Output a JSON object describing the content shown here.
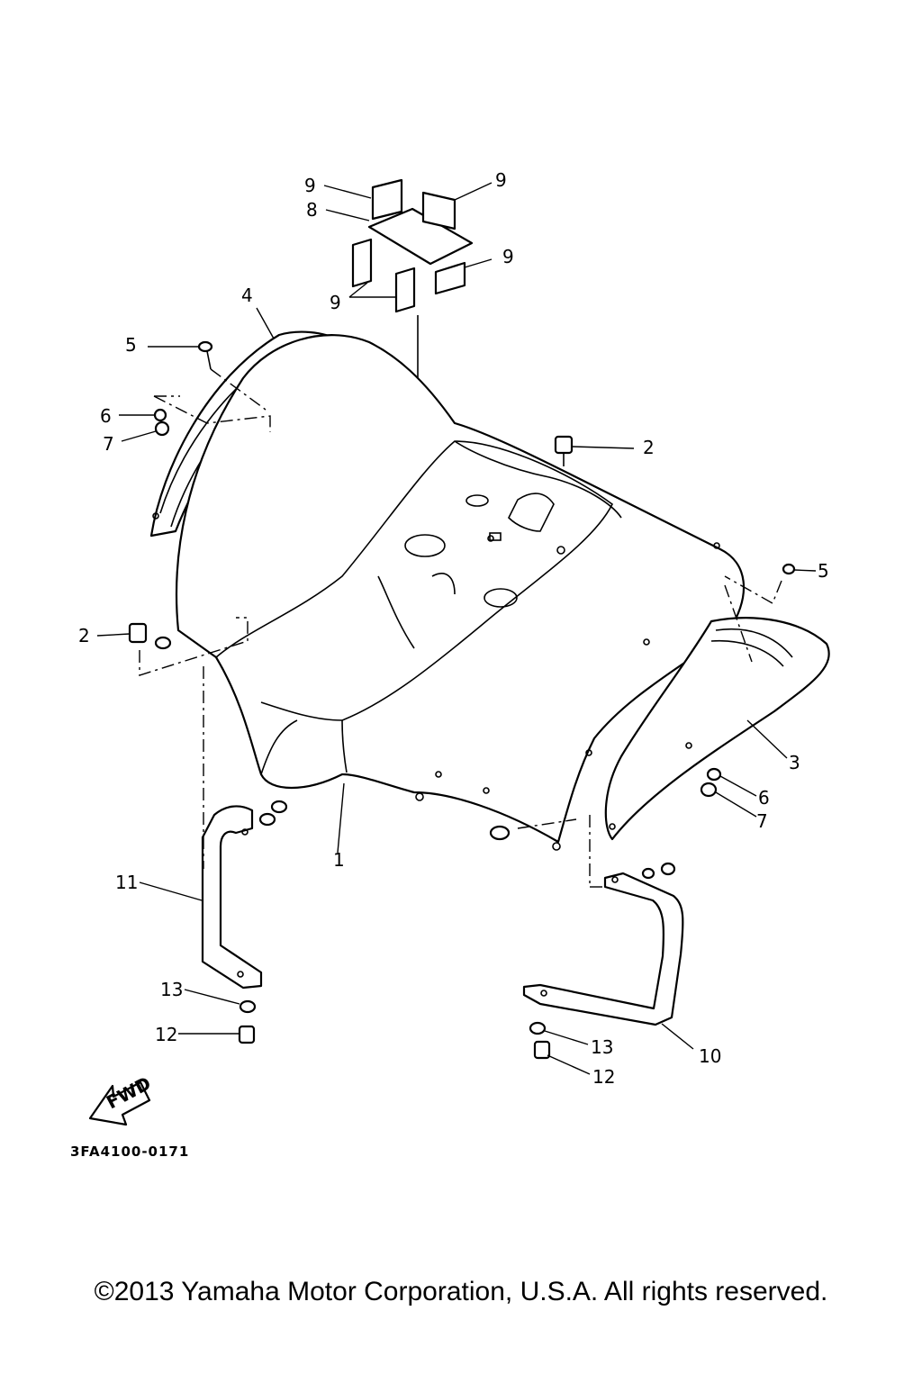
{
  "diagram": {
    "callouts": [
      {
        "id": "c9a",
        "label": "9"
      },
      {
        "id": "c9b",
        "label": "9"
      },
      {
        "id": "c8",
        "label": "8"
      },
      {
        "id": "c9c",
        "label": "9"
      },
      {
        "id": "c9d",
        "label": "9"
      },
      {
        "id": "c4",
        "label": "4"
      },
      {
        "id": "c5a",
        "label": "5"
      },
      {
        "id": "c6a",
        "label": "6"
      },
      {
        "id": "c7a",
        "label": "7"
      },
      {
        "id": "c2a",
        "label": "2"
      },
      {
        "id": "c2b",
        "label": "2"
      },
      {
        "id": "c5b",
        "label": "5"
      },
      {
        "id": "c3",
        "label": "3"
      },
      {
        "id": "c6b",
        "label": "6"
      },
      {
        "id": "c7b",
        "label": "7"
      },
      {
        "id": "c1",
        "label": "1"
      },
      {
        "id": "c11",
        "label": "11"
      },
      {
        "id": "c13a",
        "label": "13"
      },
      {
        "id": "c12a",
        "label": "12"
      },
      {
        "id": "c10",
        "label": "10"
      },
      {
        "id": "c13b",
        "label": "13"
      },
      {
        "id": "c12b",
        "label": "12"
      }
    ],
    "fwd_label": "FWD",
    "diagram_code": "3FA4100-0171"
  },
  "footer": {
    "copyright": "©2013 Yamaha Motor Corporation, U.S.A. All rights reserved."
  }
}
